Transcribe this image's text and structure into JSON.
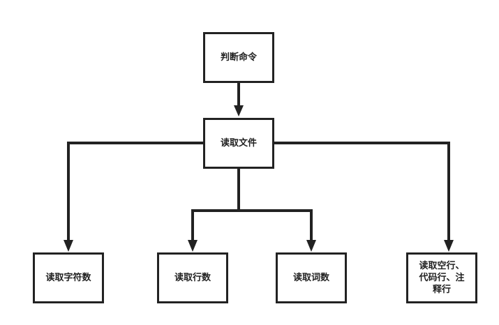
{
  "diagram": {
    "colors": {
      "stroke": "#222222",
      "background": "#ffffff",
      "text": "#222222"
    },
    "nodes": {
      "judge_command": "判断命令",
      "read_file": "读取文件",
      "read_chars": "读取字符数",
      "read_lines": "读取行数",
      "read_words": "读取词数",
      "read_special": "读取空行、\n代码行、注\n释行"
    },
    "edges": [
      {
        "from": "judge_command",
        "to": "read_file"
      },
      {
        "from": "read_file",
        "to": "read_chars"
      },
      {
        "from": "read_file",
        "to": "read_lines"
      },
      {
        "from": "read_file",
        "to": "read_words"
      },
      {
        "from": "read_file",
        "to": "read_special"
      }
    ]
  }
}
